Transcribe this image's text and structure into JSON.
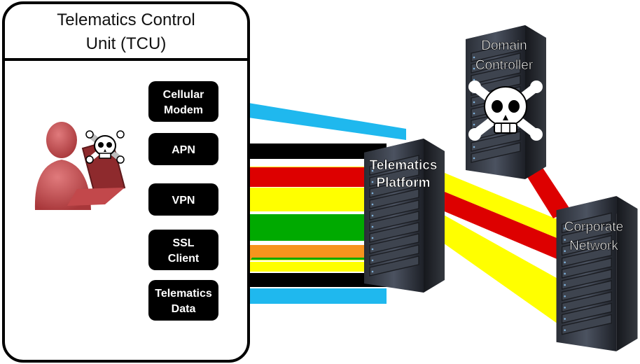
{
  "tcu": {
    "title_line1": "Telematics Control",
    "title_line2": "Unit (TCU)"
  },
  "components": [
    {
      "line1": "Cellular",
      "line2": "Modem"
    },
    {
      "line1": "APN",
      "line2": ""
    },
    {
      "line1": "VPN",
      "line2": ""
    },
    {
      "line1": "SSL",
      "line2": "Client"
    },
    {
      "line1": "Telematics",
      "line2": "Data"
    }
  ],
  "servers": {
    "platform": {
      "line1": "Telematics",
      "line2": "Platform"
    },
    "domain_controller": {
      "line1": "Domain",
      "line2": "Controller"
    },
    "corporate_network": {
      "line1": "Corporate",
      "line2": "Network"
    }
  },
  "icons": {
    "attacker": "hacker-with-laptop-icon",
    "skull_small": "skull-crossbones-icon",
    "skull_large": "skull-crossbones-icon"
  },
  "colors": {
    "cellular": "#1fb8ee",
    "apn": "#000000",
    "vpn": "#ffff00",
    "ssl": "#00aa00",
    "data": "#f7941d",
    "attack": "#dd0000",
    "box": "#000000",
    "attacker": "#c8474a"
  }
}
